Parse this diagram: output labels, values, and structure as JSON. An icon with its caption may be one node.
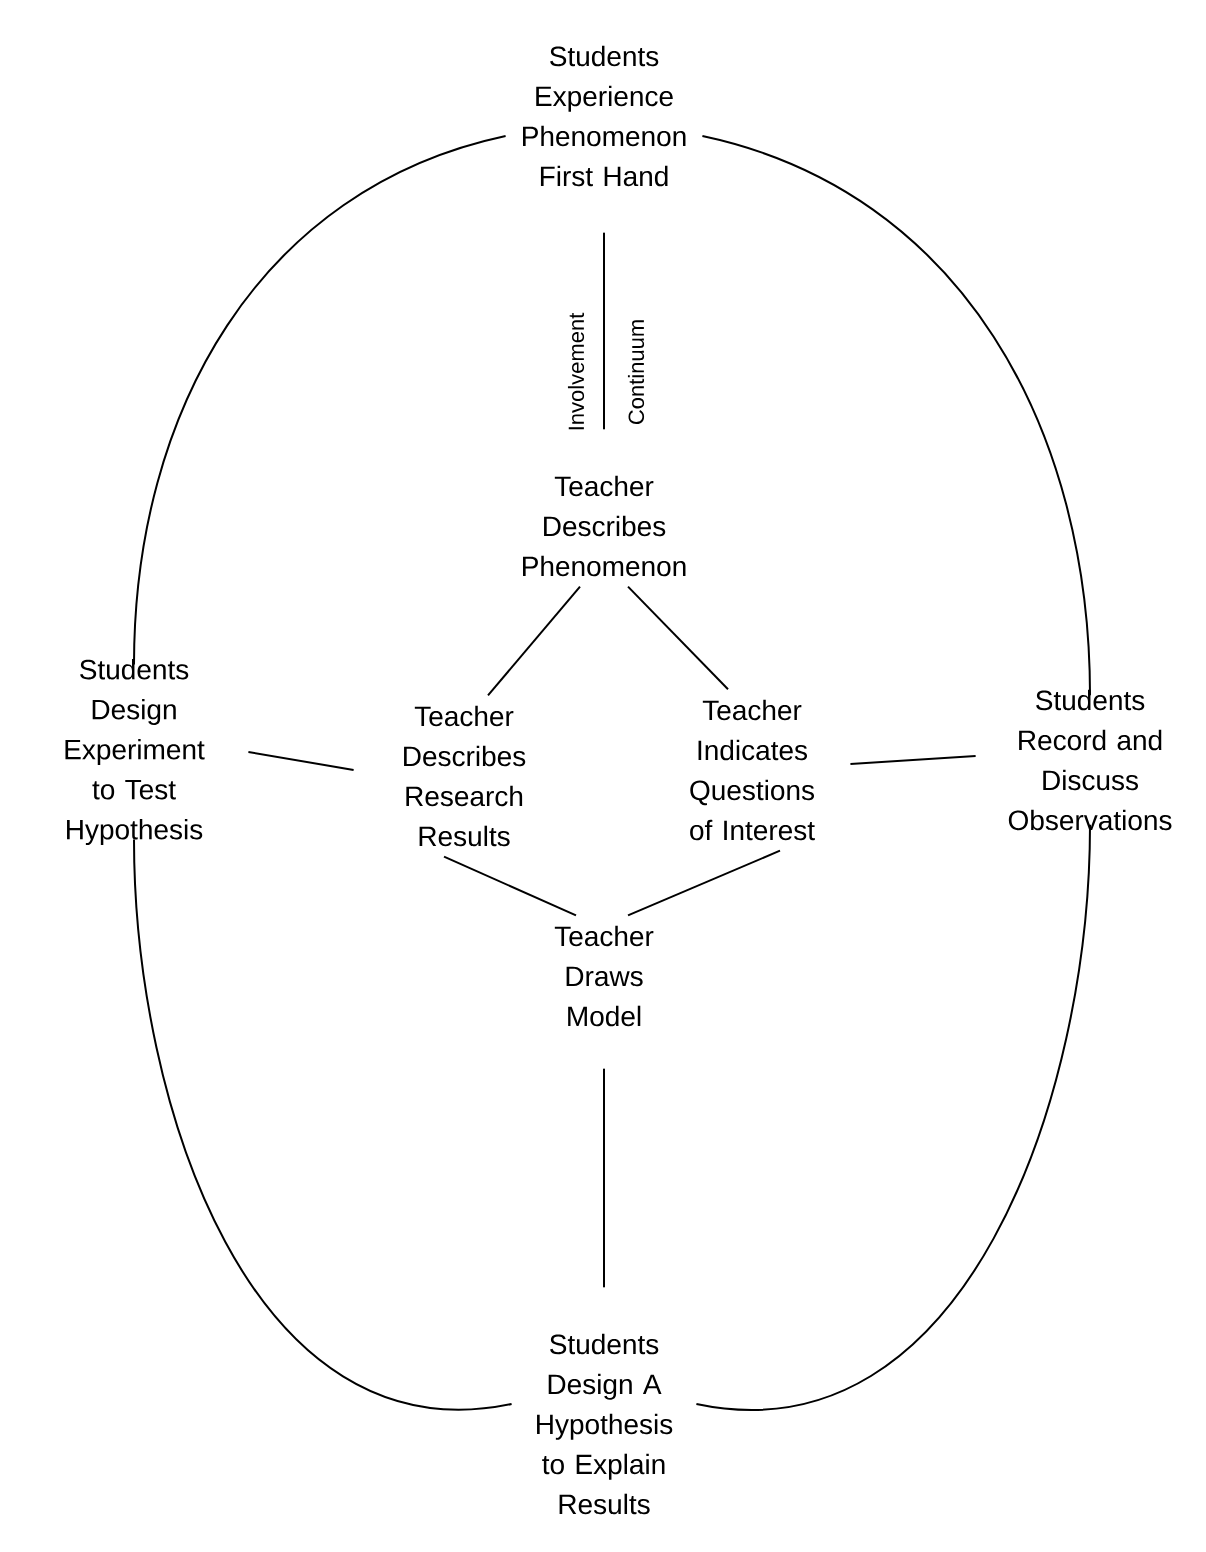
{
  "diagram": {
    "nodes": [
      {
        "text": [
          "Students Experience Phenomenon First Hand"
        ]
      },
      {
        "text": [
          "Teacher Describes Phenomenon"
        ]
      },
      {
        "text": [
          "Students Design Experiment to Test Hypothesis"
        ]
      },
      {
        "text": [
          "Teacher Describes Research Results"
        ]
      },
      {
        "text": [
          "Teacher Indicates Questions of Interest"
        ]
      },
      {
        "text": [
          "Students Record and Discuss Observations"
        ]
      },
      {
        "text": [
          "Teacher Draws Model"
        ]
      },
      {
        "text": [
          "Students Design A Hypothesis to Explain Results"
        ]
      }
    ],
    "edges": [
      {
        "from": 0,
        "to": 5,
        "arrow": "none"
      },
      {
        "from": 5,
        "to": 7,
        "arrow": "none"
      },
      {
        "from": 7,
        "to": 2,
        "arrow": "none"
      },
      {
        "from": 2,
        "to": 0,
        "arrow": "none"
      },
      {
        "from": 0,
        "to": 1,
        "arrow": "none"
      },
      {
        "from": 1,
        "to": 3,
        "arrow": "none"
      },
      {
        "from": 1,
        "to": 4,
        "arrow": "none"
      },
      {
        "from": 3,
        "to": 6,
        "arrow": "none"
      },
      {
        "from": 4,
        "to": 6,
        "arrow": "none"
      },
      {
        "from": 2,
        "to": 3,
        "arrow": "none"
      },
      {
        "from": 4,
        "to": 5,
        "arrow": "none"
      },
      {
        "from": 6,
        "to": 7,
        "arrow": "none"
      }
    ],
    "labels": [
      "Involvement",
      "Continuum"
    ]
  }
}
